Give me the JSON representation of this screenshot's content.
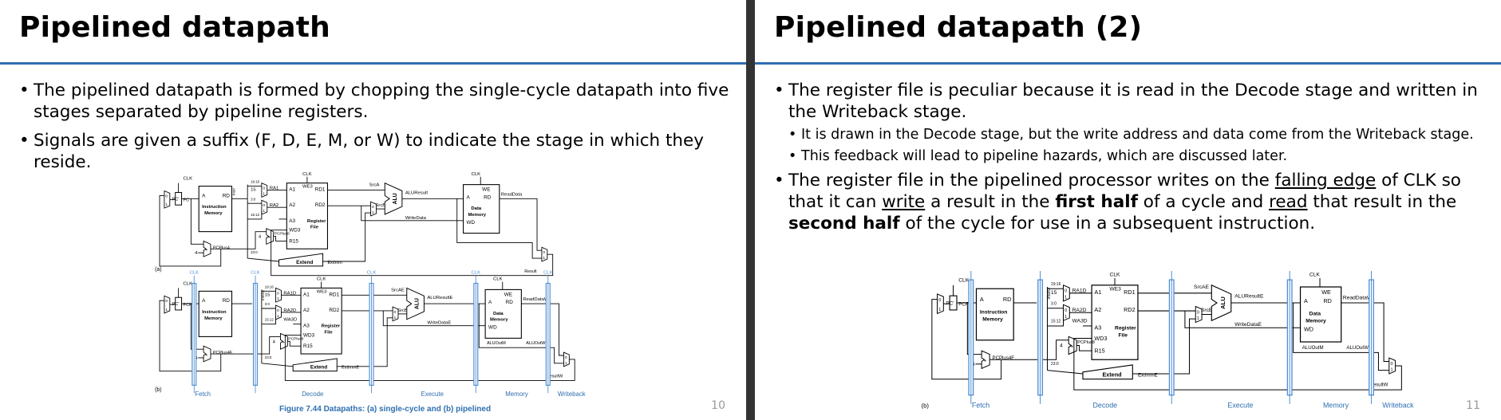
{
  "slides": [
    {
      "title": "Pipelined datapath",
      "bullets": [
        "The pipelined datapath is formed by chopping the single-cycle datapath into five stages separated by pipeline registers.",
        "Signals are given a suffix (F, D, E, M, or W) to indicate the stage in which they reside."
      ],
      "figure_caption": "Figure 7.44 Datapaths: (a) single-cycle and (b) pipelined",
      "page_number": "10"
    },
    {
      "title": "Pipelined datapath (2)",
      "bullet1": "The register file is peculiar because it is read in the Decode stage and written in the Writeback stage.",
      "sub_bullets": [
        "It is drawn in the Decode stage, but the write address and data come from the Writeback stage.",
        "This feedback will lead to pipeline hazards, which are discussed later."
      ],
      "bullet2_parts": {
        "p1": "The register file in the pipelined processor writes on the ",
        "u1": "falling edge",
        "p2": " of CLK so that it can ",
        "u2": "write",
        "p3": " a result in the ",
        "b1": "first half",
        "p4": " of a cycle and ",
        "u3": "read",
        "p5": " that result in the ",
        "b2": "second half",
        "p6": " of the cycle for use in a subsequent instruction."
      },
      "page_number": "11"
    }
  ],
  "diagram_labels": {
    "clk": "CLK",
    "pc": "PC",
    "pcp": "PC'",
    "pcf": "PCF",
    "instr_mem": [
      "Instruction",
      "Memory"
    ],
    "a": "A",
    "rd": "RD",
    "instr": "Instr",
    "instrd": "InstrD",
    "a1": "A1",
    "a2": "A2",
    "a3": "A3",
    "wd3": "WD3",
    "we3": "WE3",
    "rd1": "RD1",
    "rd2": "RD2",
    "r15": "R15",
    "reg_file": [
      "Register",
      "File"
    ],
    "ra1": "RA1",
    "ra2": "RA2",
    "ra1d": "RA1D",
    "ra2d": "RA2D",
    "wa3d": "WA3D",
    "srca": "SrcA",
    "srcb": "SrcB",
    "srcae": "SrcAE",
    "srcbe": "SrcBE",
    "alu": "ALU",
    "aluresult": "ALUResult",
    "aluresulte": "ALUResultE",
    "writedata": "WriteData",
    "writedatae": "WriteDataE",
    "we": "WE",
    "data_mem": [
      "Data",
      "Memory"
    ],
    "wd": "WD",
    "readdata": "ReadData",
    "readdataw": "ReadDataW",
    "aluoutm": "ALUOutM",
    "aluoutw": "ALUOutW",
    "pcplus4": "PCPlus4",
    "pcplus4f": "PCPlus4F",
    "pcplus8": "PCPlus8",
    "extend": "Extend",
    "extimm": "ExtImm",
    "extimme": "ExtImmE",
    "result": "Result",
    "resultw": "ResultW",
    "four": "4",
    "fifteen": "15",
    "zero": "0",
    "one": "1",
    "bits_19_16": "19:16",
    "bits_3_0": "3:0",
    "bits_15_12": "15:12",
    "bits_23_0": "23:0",
    "tag_a": "(a)",
    "tag_b": "(b)",
    "stages": [
      "Fetch",
      "Decode",
      "Execute",
      "Memory",
      "Writeback"
    ]
  },
  "colors": {
    "accent": "#2f6fb0",
    "clock_line": "#4f8fd6",
    "wire": "#000000"
  }
}
